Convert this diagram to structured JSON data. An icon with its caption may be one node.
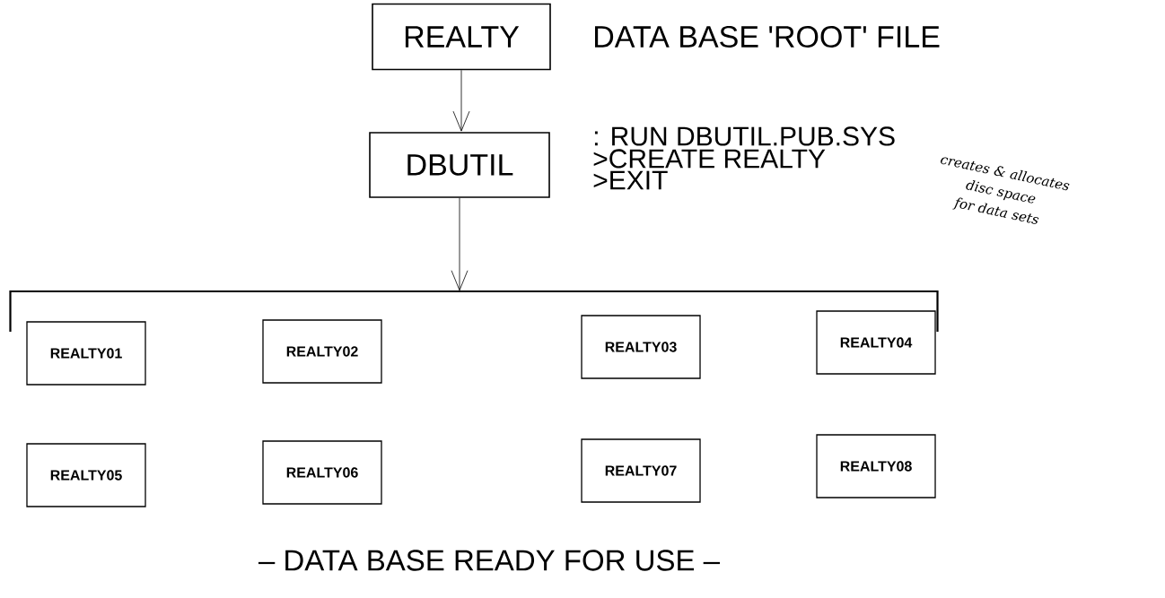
{
  "diagram": {
    "nodes": [
      {
        "text": [
          "REALTY"
        ],
        "beside": [
          "DATA BASE 'ROOT' FILE"
        ]
      },
      {
        "text": [
          "DBUTIL"
        ],
        "beside": [
          ": RUN DBUTIL.PUB.SYS",
          ">CREATE REALTY",
          ">EXIT"
        ]
      },
      {
        "text": [],
        "shape": "bracket"
      },
      {
        "text": [
          "REALTY01"
        ]
      },
      {
        "text": [
          "REALTY02"
        ]
      },
      {
        "text": [
          "REALTY03"
        ]
      },
      {
        "text": [
          "REALTY04"
        ]
      },
      {
        "text": [
          "REALTY05"
        ]
      },
      {
        "text": [
          "REALTY06"
        ]
      },
      {
        "text": [
          "REALTY07"
        ]
      },
      {
        "text": [
          "REALTY08"
        ]
      }
    ],
    "edges": [
      {
        "from": 0,
        "to": 1,
        "arrow": "to"
      },
      {
        "from": 1,
        "to": 2,
        "arrow": "to"
      }
    ],
    "labels": [
      "creates & allocates disc space for data sets",
      "– DATA BASE READY FOR USE –"
    ]
  }
}
